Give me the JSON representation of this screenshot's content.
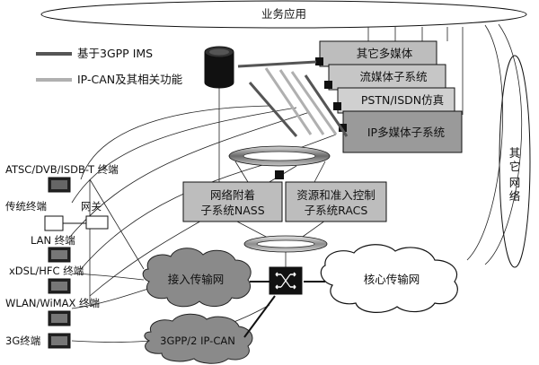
{
  "top_bar": {
    "label": "业务应用"
  },
  "legend": {
    "ims_label": "基于3GPP IMS",
    "ipcan_label": "IP-CAN及其相关功能"
  },
  "ims_subsystems": [
    {
      "label": "其它多媒体"
    },
    {
      "label": "流媒体子系统"
    },
    {
      "label": "PSTN/ISDN仿真"
    },
    {
      "label": "IP多媒体子系统"
    }
  ],
  "other_networks": {
    "chars": [
      "其",
      "它",
      "网",
      "络"
    ]
  },
  "control": {
    "nass": {
      "line1": "网络附着",
      "line2": "子系统NASS"
    },
    "racs": {
      "line1": "资源和准入控制",
      "line2": "子系统RACS"
    }
  },
  "terminals": [
    {
      "label": "ATSC/DVB/ISDB-T 终端"
    },
    {
      "label": "传统终端"
    },
    {
      "label": "网关"
    },
    {
      "label": "LAN 终端"
    },
    {
      "label": "xDSL/HFC 终端"
    },
    {
      "label": "WLAN/WiMAX 终端"
    },
    {
      "label": "3G终端"
    }
  ],
  "networks": {
    "access": {
      "label": "接入传输网"
    },
    "core": {
      "label": "核心传输网"
    },
    "ipcan": {
      "label": "3GPP/2 IP-CAN"
    }
  },
  "colors": {
    "ims_stripe": "#555555",
    "ipcan_stripe": "#b0b0b0",
    "box_fill": "#bdbdbd",
    "cloud_dark": "#8a8a8a",
    "ring": "#7a7a7a"
  }
}
